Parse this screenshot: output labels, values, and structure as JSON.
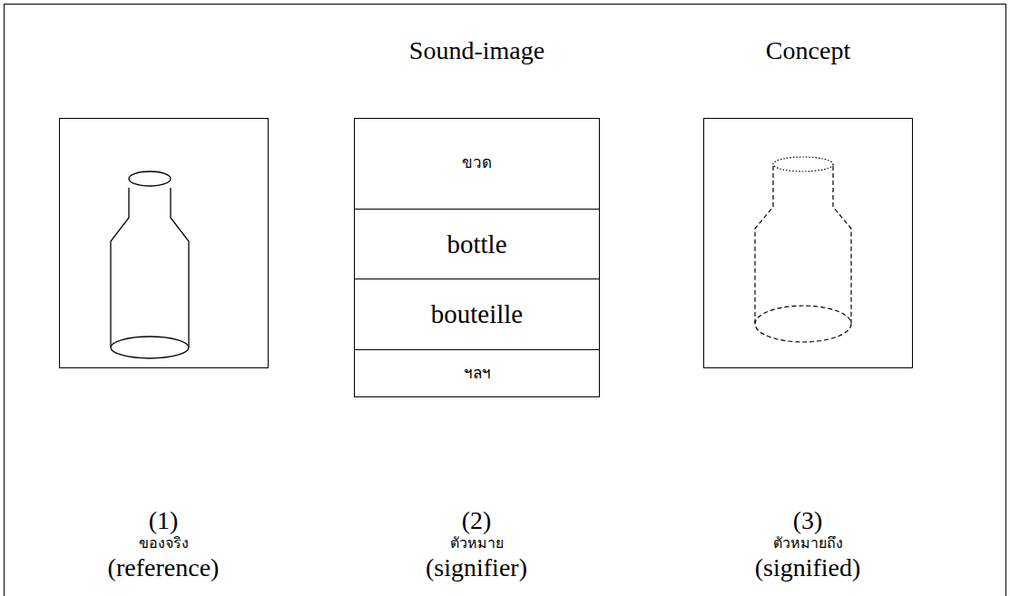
{
  "diagram": {
    "nodes": [
      {
        "text": [
          "Sound-image"
        ]
      },
      {
        "text": [
          "ขวด"
        ],
        "in": 0
      },
      {
        "text": [
          "bottle"
        ],
        "in": 0
      },
      {
        "text": [
          "bouteille"
        ],
        "in": 0
      },
      {
        "text": [
          "ฯลฯ"
        ],
        "in": 0
      },
      {
        "text": [
          "Concept"
        ]
      }
    ],
    "labels": [
      "(1)",
      "ของจริง",
      "(reference)",
      "(2)",
      "ตัวหมาย",
      "(signifier)",
      "(3)",
      "ตัวหมายถึง",
      "(signified)"
    ]
  }
}
